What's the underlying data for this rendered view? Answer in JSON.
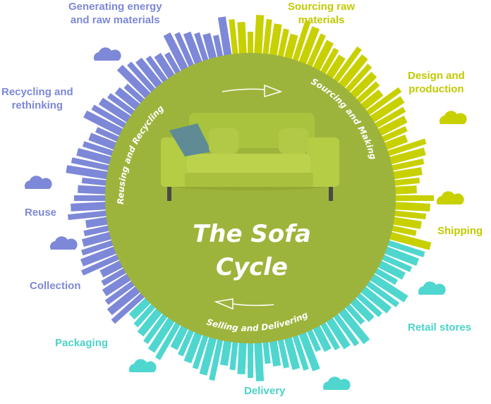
{
  "title": [
    "The Sofa",
    "Cycle"
  ],
  "stages": {
    "sourcing_and_making": "Sourcing and Making",
    "selling_and_delivering": "Selling and Delivering",
    "reusing_and_recycling": "Reusing and Recycling"
  },
  "labels": {
    "generating_energy": [
      "Generating energy",
      "and raw materials"
    ],
    "sourcing_raw": [
      "Sourcing raw",
      "materials"
    ],
    "design": [
      "Design and",
      "production"
    ],
    "shipping": "Shipping",
    "retail": "Retail stores",
    "delivery": "Delivery",
    "packaging": "Packaging",
    "collection": "Collection",
    "reuse": "Reuse",
    "recycling": [
      "Recycling and",
      "rethinking"
    ]
  },
  "colors": {
    "circle": "#9db43c",
    "reuse": "#7d88d8",
    "sourcing": "#c8d000",
    "selling": "#4fd6cf",
    "sofa": "#b5cc45"
  }
}
